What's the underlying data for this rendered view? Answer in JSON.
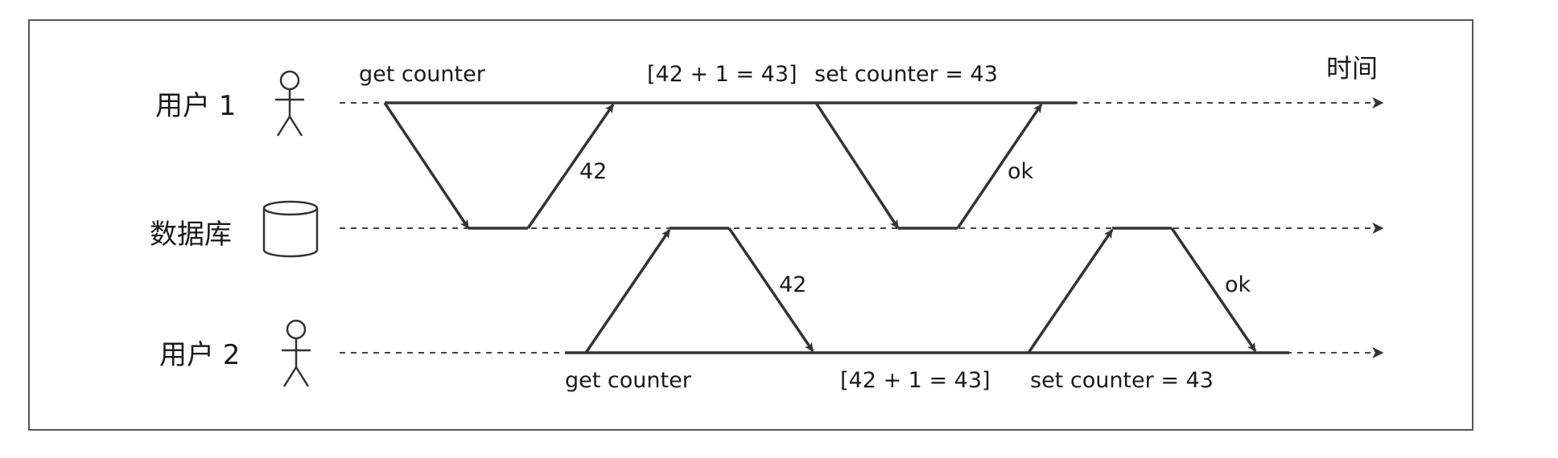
{
  "time_label": "时间",
  "lanes": {
    "user1": "用户 1",
    "database": "数据库",
    "user2": "用户 2"
  },
  "user1": {
    "get_counter": "get counter",
    "compute": "[42 + 1 = 43]",
    "set_counter": "set counter = 43",
    "reply_get": "42",
    "reply_set": "ok"
  },
  "user2": {
    "get_counter": "get counter",
    "compute": "[42 + 1 = 43]",
    "set_counter": "set counter = 43",
    "reply_get": "42",
    "reply_set": "ok"
  }
}
